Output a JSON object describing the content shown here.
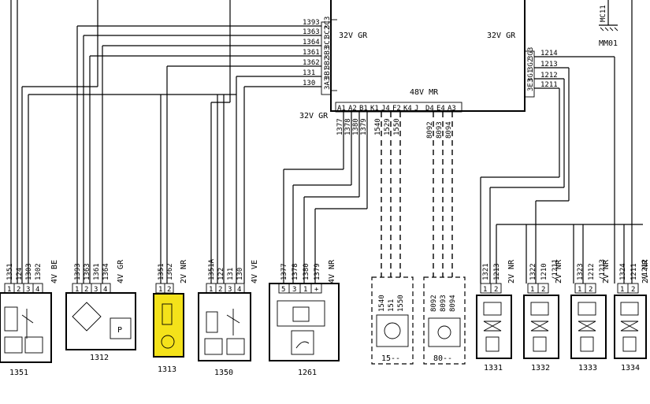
{
  "ecu": {
    "left_pins": [
      "3C3",
      "3C2",
      "3C1",
      "3B3",
      "3B2",
      "3B1",
      "3A3"
    ],
    "left_wires": [
      "1393",
      "1363",
      "1364",
      "1361",
      "1362",
      "131",
      "130"
    ],
    "label_left": "32V GR",
    "label_right": "32V GR",
    "label_bottom": "48V MR",
    "label_bottom_left": "32V GR",
    "right_pins": [
      "3G3",
      "3G2",
      "3G1",
      "3E3"
    ],
    "right_wires": [
      "1214",
      "1213",
      "1212",
      "1211"
    ],
    "bottom_pins": [
      "A1",
      "A2",
      "B1",
      "K1",
      "J4",
      "F2",
      "K4",
      "J",
      "D4",
      "E4",
      "A3"
    ],
    "bottom_wires_a": [
      "1377",
      "1378",
      "1380",
      "1379"
    ],
    "bottom_wires_b": [
      "1540",
      "1529",
      "1550"
    ],
    "bottom_wires_c": [
      "8092",
      "8093",
      "8094"
    ]
  },
  "ground": {
    "label": "MM01",
    "code": "MC11"
  },
  "components": [
    {
      "id": "1351",
      "wires": [
        "1351",
        "124",
        "1303",
        "1302"
      ],
      "color": "4V BE",
      "pins": [
        "1",
        "2",
        "3",
        "4"
      ],
      "label": "1351",
      "highlighted": false
    },
    {
      "id": "1312",
      "wires": [
        "1393",
        "1363",
        "1361",
        "1364"
      ],
      "color": "4V GR",
      "pins": [
        "1",
        "2",
        "3",
        "4"
      ],
      "label": "1312",
      "p_label": "P",
      "highlighted": false
    },
    {
      "id": "1313",
      "wires": [
        "1351",
        "1362"
      ],
      "color": "2V NR",
      "pins": [
        "1",
        "2"
      ],
      "label": "1313",
      "highlighted": true
    },
    {
      "id": "1350",
      "wires": [
        "1351A",
        "122",
        "131",
        "130"
      ],
      "color": "4V VE",
      "pins": [
        "1",
        "2",
        "3",
        "4"
      ],
      "label": "1350",
      "highlighted": false
    },
    {
      "id": "1261",
      "wires": [
        "1377",
        "1378",
        "1380",
        "1379"
      ],
      "color": "4V NR",
      "pins": [
        "5",
        "3",
        "1",
        "+"
      ],
      "label": "1261",
      "highlighted": false
    },
    {
      "id": "15",
      "wires": [
        "1540",
        "151",
        "1550"
      ],
      "label": "15--",
      "highlighted": false
    },
    {
      "id": "80",
      "wires": [
        "8092",
        "8093",
        "8094"
      ],
      "label": "80--",
      "highlighted": false
    },
    {
      "id": "1331",
      "wires": [
        "1321",
        "1213"
      ],
      "color": "2V NR",
      "pins": [
        "1",
        "2"
      ],
      "label": "1331",
      "highlighted": false
    },
    {
      "id": "1332",
      "wires": [
        "1322",
        "1210",
        "/1211"
      ],
      "color": "2V NR",
      "pins": [
        "1",
        "2"
      ],
      "label": "1332",
      "highlighted": false
    },
    {
      "id": "1333",
      "wires": [
        "1323",
        "1212",
        "/1213"
      ],
      "color": "2V NR",
      "pins": [
        "1",
        "2"
      ],
      "label": "1333",
      "highlighted": false
    },
    {
      "id": "1334",
      "wires": [
        "1324",
        "1211",
        "/1212"
      ],
      "color": "2V NR",
      "pins": [
        "1",
        "2"
      ],
      "label": "1334",
      "highlighted": false
    }
  ],
  "colors": {
    "highlight": "#f4e21a",
    "line": "#000000"
  }
}
